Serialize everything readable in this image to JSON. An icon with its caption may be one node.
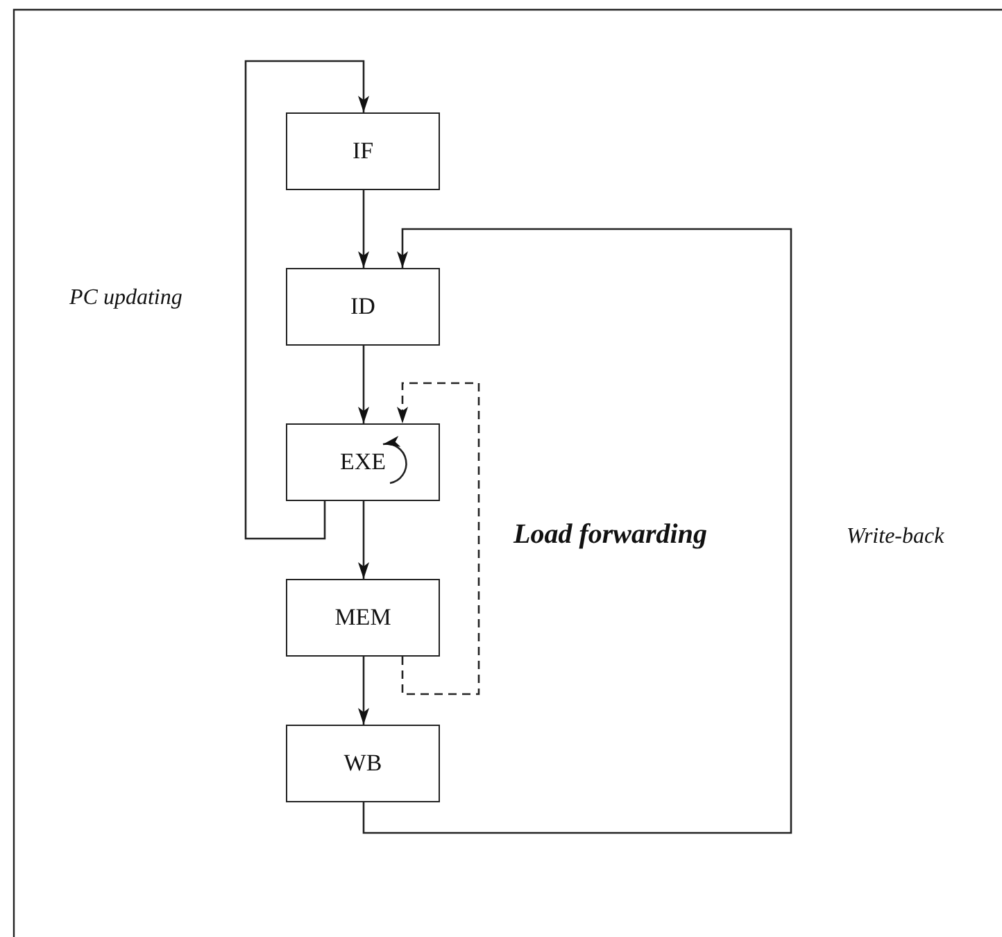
{
  "diagram": {
    "nodes": [
      {
        "text": [
          "IF"
        ]
      },
      {
        "text": [
          "ID"
        ]
      },
      {
        "text": [
          "EXE"
        ]
      },
      {
        "text": [
          "MEM"
        ]
      },
      {
        "text": [
          "WB"
        ]
      }
    ],
    "edges": [
      {
        "from": 0,
        "to": 1,
        "arrow": "to"
      },
      {
        "from": 1,
        "to": 2,
        "arrow": "to"
      },
      {
        "from": 2,
        "to": 3,
        "arrow": "to"
      },
      {
        "from": 3,
        "to": 4,
        "arrow": "to"
      },
      {
        "from": 2,
        "to": 0,
        "arrow": "to",
        "label": "PC updating"
      },
      {
        "from": 4,
        "to": 1,
        "arrow": "to",
        "label": "Write-back"
      },
      {
        "from": 3,
        "to": 2,
        "arrow": "to",
        "label": "Load forwarding",
        "style": "dashed"
      },
      {
        "from": 2,
        "to": 2,
        "arrow": "to"
      }
    ]
  }
}
